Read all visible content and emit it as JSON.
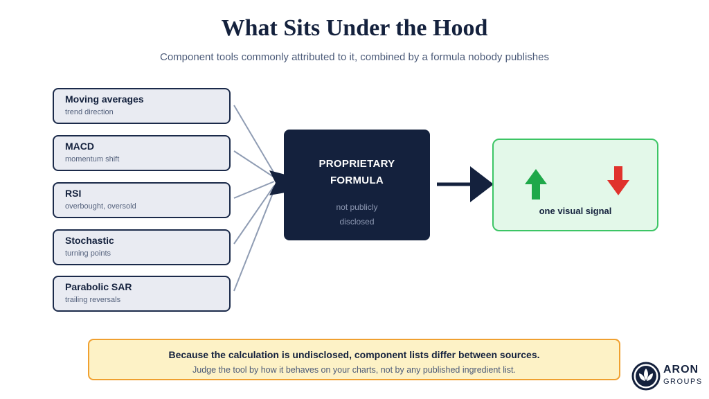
{
  "header": {
    "title": "What Sits Under the Hood",
    "subtitle": "Component tools commonly attributed to it, combined by a formula nobody publishes"
  },
  "components": [
    {
      "name": "Moving averages",
      "desc": "trend direction"
    },
    {
      "name": "MACD",
      "desc": "momentum shift"
    },
    {
      "name": "RSI",
      "desc": "overbought, oversold"
    },
    {
      "name": "Stochastic",
      "desc": "turning points"
    },
    {
      "name": "Parabolic SAR",
      "desc": "trailing reversals"
    }
  ],
  "formula": {
    "title_line1": "PROPRIETARY",
    "title_line2": "FORMULA",
    "note_line1": "not publicly",
    "note_line2": "disclosed"
  },
  "signal": {
    "label": "one visual signal",
    "up_icon": "green-up-arrow-icon",
    "down_icon": "red-down-arrow-icon"
  },
  "note": {
    "main": "Because the calculation is undisclosed, component lists differ between sources.",
    "sub": "Judge the tool by how it behaves on your charts, not by any published ingredient list."
  },
  "logo": {
    "top": "ARON",
    "bottom": "GROUPS"
  },
  "colors": {
    "navy": "#14213d",
    "component_fill": "#e9ebf2",
    "signal_border": "#3cc565",
    "signal_fill": "#e3f8e9",
    "up": "#1fa84a",
    "down": "#e0322c",
    "note_border": "#f0a030",
    "note_fill": "#fdf2c6"
  }
}
